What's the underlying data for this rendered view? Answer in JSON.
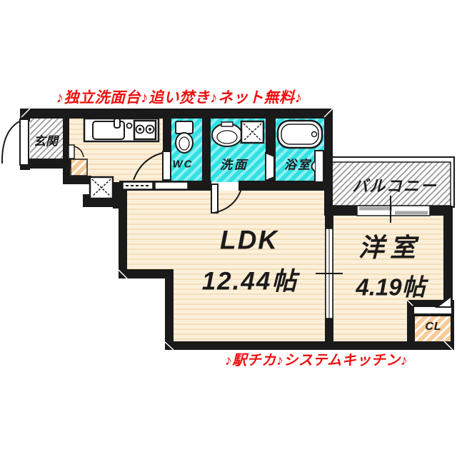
{
  "banners": {
    "top": "♪独立洗面台♪追い焚き♪ネット無料♪",
    "bottom": "♪駅チカ♪システムキッチン♪"
  },
  "rooms": {
    "entrance": {
      "label": "玄関"
    },
    "toilet": {
      "label": "WC"
    },
    "washroom": {
      "label": "洗面"
    },
    "bathroom": {
      "label": "浴室"
    },
    "balcony": {
      "label": "バルコニー"
    },
    "ldk": {
      "label": "LDK",
      "size": "12.44帖"
    },
    "western_room": {
      "label": "洋室",
      "size": "4.19帖"
    },
    "closet": {
      "label": "CL"
    }
  },
  "fixtures": [
    "kitchen-sink",
    "gas-stove",
    "toilet",
    "washbasin",
    "washing-machine-space",
    "bathtub",
    "sliding-door",
    "hinged-doors",
    "balcony-window"
  ],
  "colors": {
    "wall": "#1a1a1a",
    "floor": "#fdf0da",
    "floor_stripe": "#f3dfbc",
    "wet_area": "#31e0e2",
    "hatch_gray": "#9a9a9a",
    "closet_peach": "#f8cb97",
    "banner_red": "#ee1010",
    "window_gray": "#a8a8a8"
  }
}
